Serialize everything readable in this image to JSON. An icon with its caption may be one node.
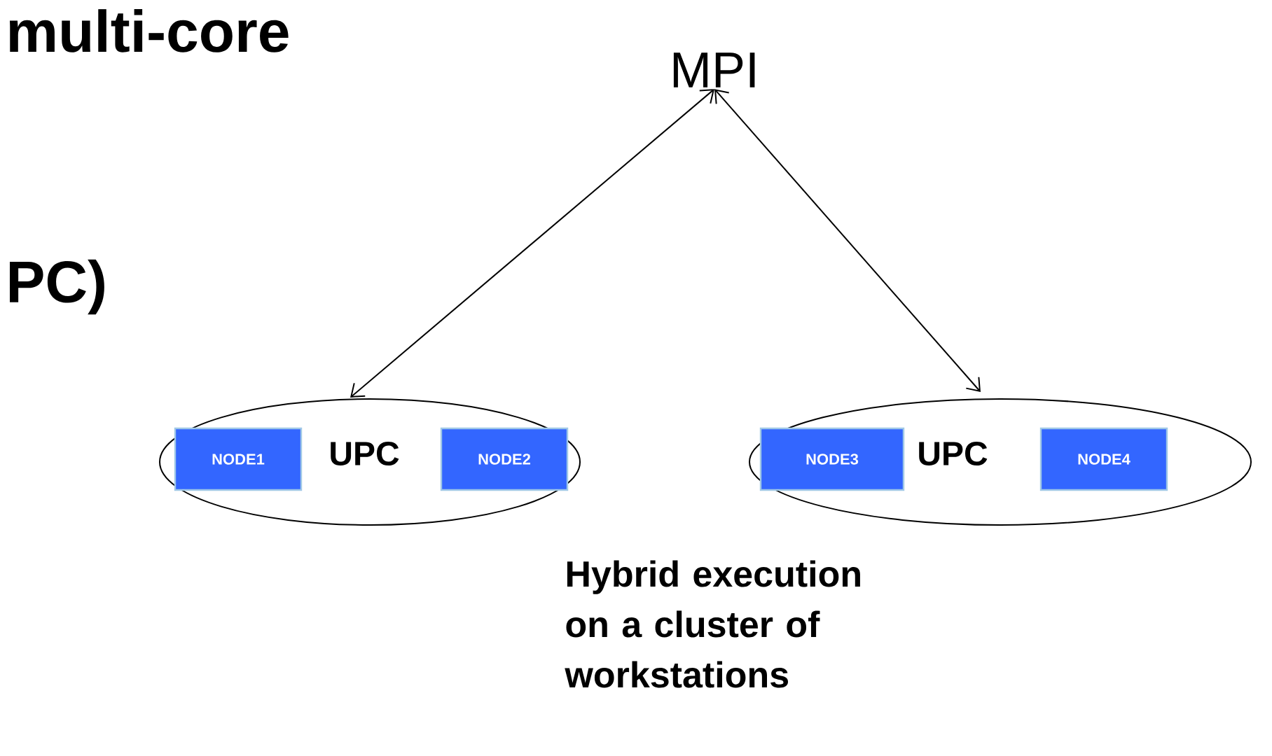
{
  "diagram": {
    "caption": "Hybrid execution on a cluster of workstations",
    "nodes": [
      {
        "text": [
          "MPI"
        ]
      },
      {
        "text": [
          "UPC"
        ]
      },
      {
        "text": [
          "NODE1"
        ],
        "in": 1
      },
      {
        "text": [
          "NODE2"
        ],
        "in": 1
      },
      {
        "text": [
          "UPC"
        ]
      },
      {
        "text": [
          "NODE3"
        ],
        "in": 4
      },
      {
        "text": [
          "NODE4"
        ],
        "in": 4
      }
    ],
    "edges": [
      {
        "from": 0,
        "to": 1,
        "arrow": "both"
      },
      {
        "from": 0,
        "to": 4,
        "arrow": "both"
      }
    ],
    "labels": [
      "multi-core",
      "PC)"
    ]
  }
}
